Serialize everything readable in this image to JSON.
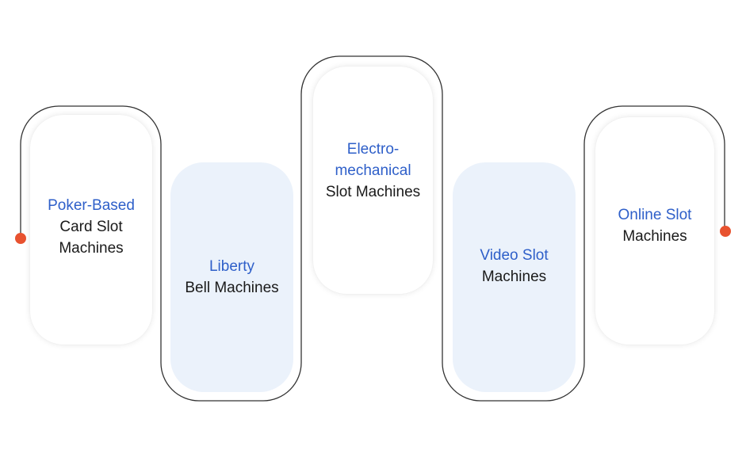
{
  "colors": {
    "accent": "#2e5fc9",
    "text": "#1a1a1a",
    "connector": "#333333",
    "endpoint": "#e8522f",
    "tinted_card": "#ebf2fb",
    "white_card": "#ffffff"
  },
  "steps": [
    {
      "accent_lines": [
        "Poker-Based"
      ],
      "plain_lines": [
        "Card Slot",
        "Machines"
      ],
      "style": "white"
    },
    {
      "accent_lines": [
        "Liberty"
      ],
      "plain_lines": [
        "Bell Machines"
      ],
      "style": "tinted"
    },
    {
      "accent_lines": [
        "Electro-",
        "mechanical"
      ],
      "plain_lines": [
        "Slot Machines"
      ],
      "style": "white"
    },
    {
      "accent_lines": [
        "Video Slot"
      ],
      "plain_lines": [
        "Machines"
      ],
      "style": "tinted"
    },
    {
      "accent_lines": [
        "Online Slot"
      ],
      "plain_lines": [
        "Machines"
      ],
      "style": "white"
    }
  ]
}
